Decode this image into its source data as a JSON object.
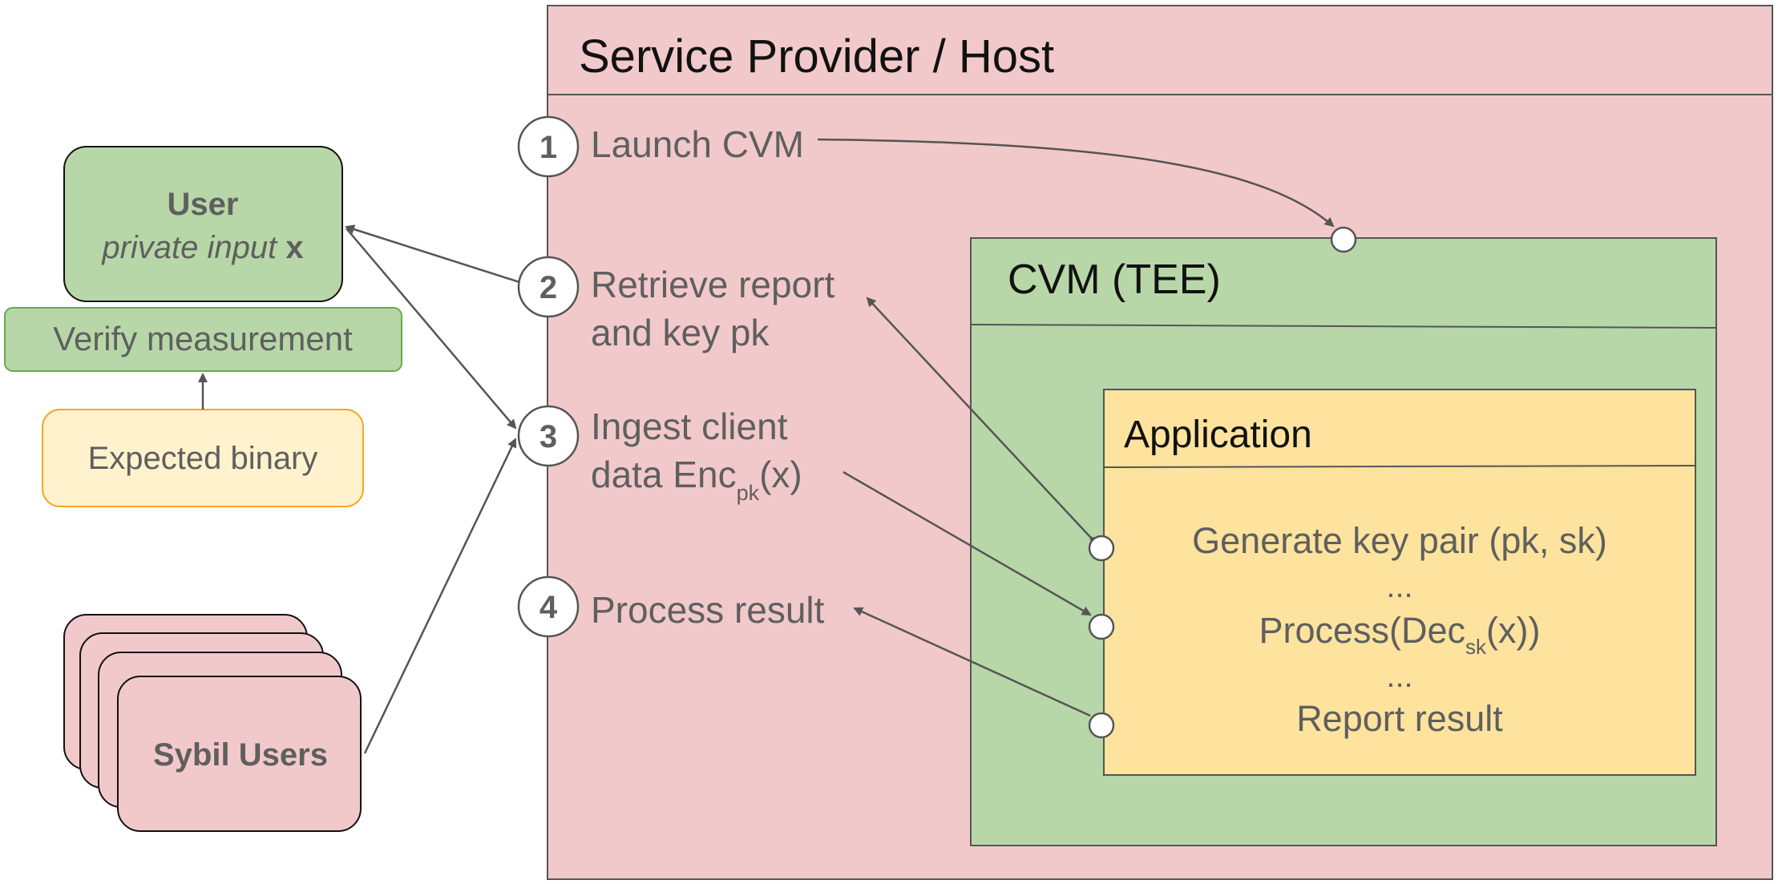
{
  "host": {
    "title": "Service Provider / Host"
  },
  "steps": [
    {
      "num": "1",
      "line1": "Launch CVM",
      "line2": ""
    },
    {
      "num": "2",
      "line1": "Retrieve report",
      "line2": "and key pk"
    },
    {
      "num": "3",
      "line1": "Ingest client",
      "line2_pre": "data Enc",
      "line2_sub": "pk",
      "line2_post": "(x)"
    },
    {
      "num": "4",
      "line1": "Process result",
      "line2": ""
    }
  ],
  "user": {
    "title": "User",
    "subtitle_italic": "private input",
    "subtitle_bold": "x"
  },
  "verify": {
    "label": "Verify measurement"
  },
  "expected": {
    "label": "Expected binary"
  },
  "sybil": {
    "label": "Sybil Users"
  },
  "cvm": {
    "title": "CVM (TEE)"
  },
  "application": {
    "title": "Application",
    "line1": "Generate key pair (pk, sk)",
    "ellipsis1": "...",
    "line2_pre": "Process(Dec",
    "line2_sub": "sk",
    "line2_post": "(x))",
    "ellipsis2": "...",
    "line3": "Report result"
  },
  "colors": {
    "host_fill": "#f2c9cb",
    "tee_fill": "#b7d7a8",
    "app_fill": "#fde39e",
    "user_fill": "#b7d7a8",
    "expected_fill": "#fff2cc",
    "expected_stroke": "#f6a623",
    "verify_stroke": "#6aa84f",
    "line": "#555555"
  }
}
